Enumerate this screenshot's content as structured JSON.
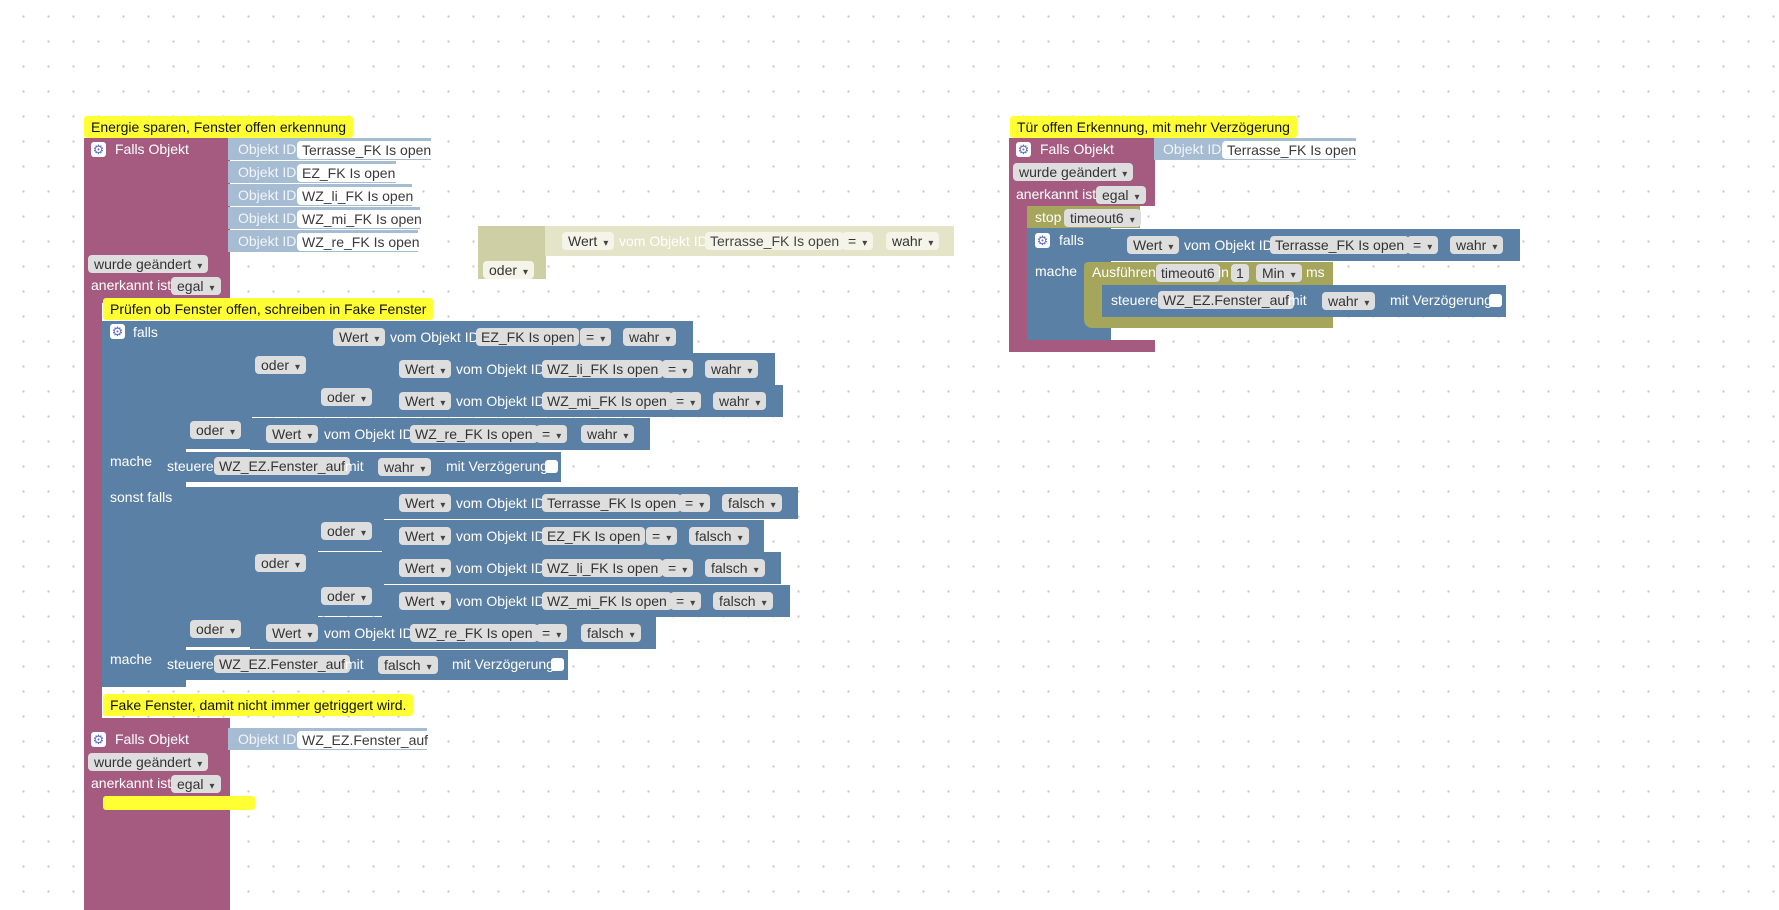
{
  "colors": {
    "event": "#a55b80",
    "control": "#5b80a5",
    "object_id": "#a6bcd3",
    "timeout": "#a5a55b",
    "comment": "#ffff33",
    "canvas": "#ffffff"
  },
  "icons": {
    "gear": "gear-icon"
  },
  "left": {
    "comment1": "Energie sparen, Fenster offen erkennung",
    "falls_objekt": "Falls Objekt",
    "objekt_id": "Objekt ID",
    "ids": [
      "Terrasse_FK Is open",
      "EZ_FK Is open",
      "WZ_li_FK Is open",
      "WZ_mi_FK Is open",
      "WZ_re_FK Is open"
    ],
    "wurde_geaendert": "wurde geändert",
    "anerkannt_ist": "anerkannt ist",
    "egal": "egal",
    "comment2": "Prüfen ob Fenster offen, schreiben in Fake Fenster",
    "falls": "falls",
    "mache": "mache",
    "sonst_falls": "sonst falls",
    "oder": "oder",
    "wert": "Wert",
    "vom_objekt_id": "vom Objekt ID",
    "eq": "=",
    "wahr": "wahr",
    "falsch": "falsch",
    "steuere": "steuere",
    "target": "WZ_EZ.Fenster_auf",
    "mit": "mit",
    "mit_verzoegerung": "mit Verzögerung",
    "comment3": "Fake Fenster, damit nicht immer getriggert wird.",
    "falls_objekt2": "Falls Objekt",
    "objekt_id2": "Objekt ID",
    "id2": "WZ_EZ.Fenster_auf"
  },
  "floating": {
    "wert": "Wert",
    "vom_objekt_id": "vom Objekt ID",
    "id": "Terrasse_FK Is open",
    "eq": "=",
    "wahr": "wahr",
    "oder": "oder"
  },
  "right": {
    "comment": "Tür offen Erkennung, mit mehr Verzögerung",
    "falls_objekt": "Falls Objekt",
    "objekt_id": "Objekt ID",
    "id": "Terrasse_FK Is open",
    "wurde_geaendert": "wurde geändert",
    "anerkannt_ist": "anerkannt ist",
    "egal": "egal",
    "stop": "stop",
    "timeout": "timeout6",
    "falls": "falls",
    "wert": "Wert",
    "vom_objekt_id": "vom Objekt ID",
    "eq": "=",
    "wahr": "wahr",
    "mache": "mache",
    "ausfuehren": "Ausführen",
    "in": "in",
    "amount": "1",
    "unit": "Min",
    "ms": "ms",
    "steuere": "steuere",
    "target": "WZ_EZ.Fenster_auf",
    "mit": "mit",
    "mit_verzoegerung": "mit Verzögerung"
  }
}
